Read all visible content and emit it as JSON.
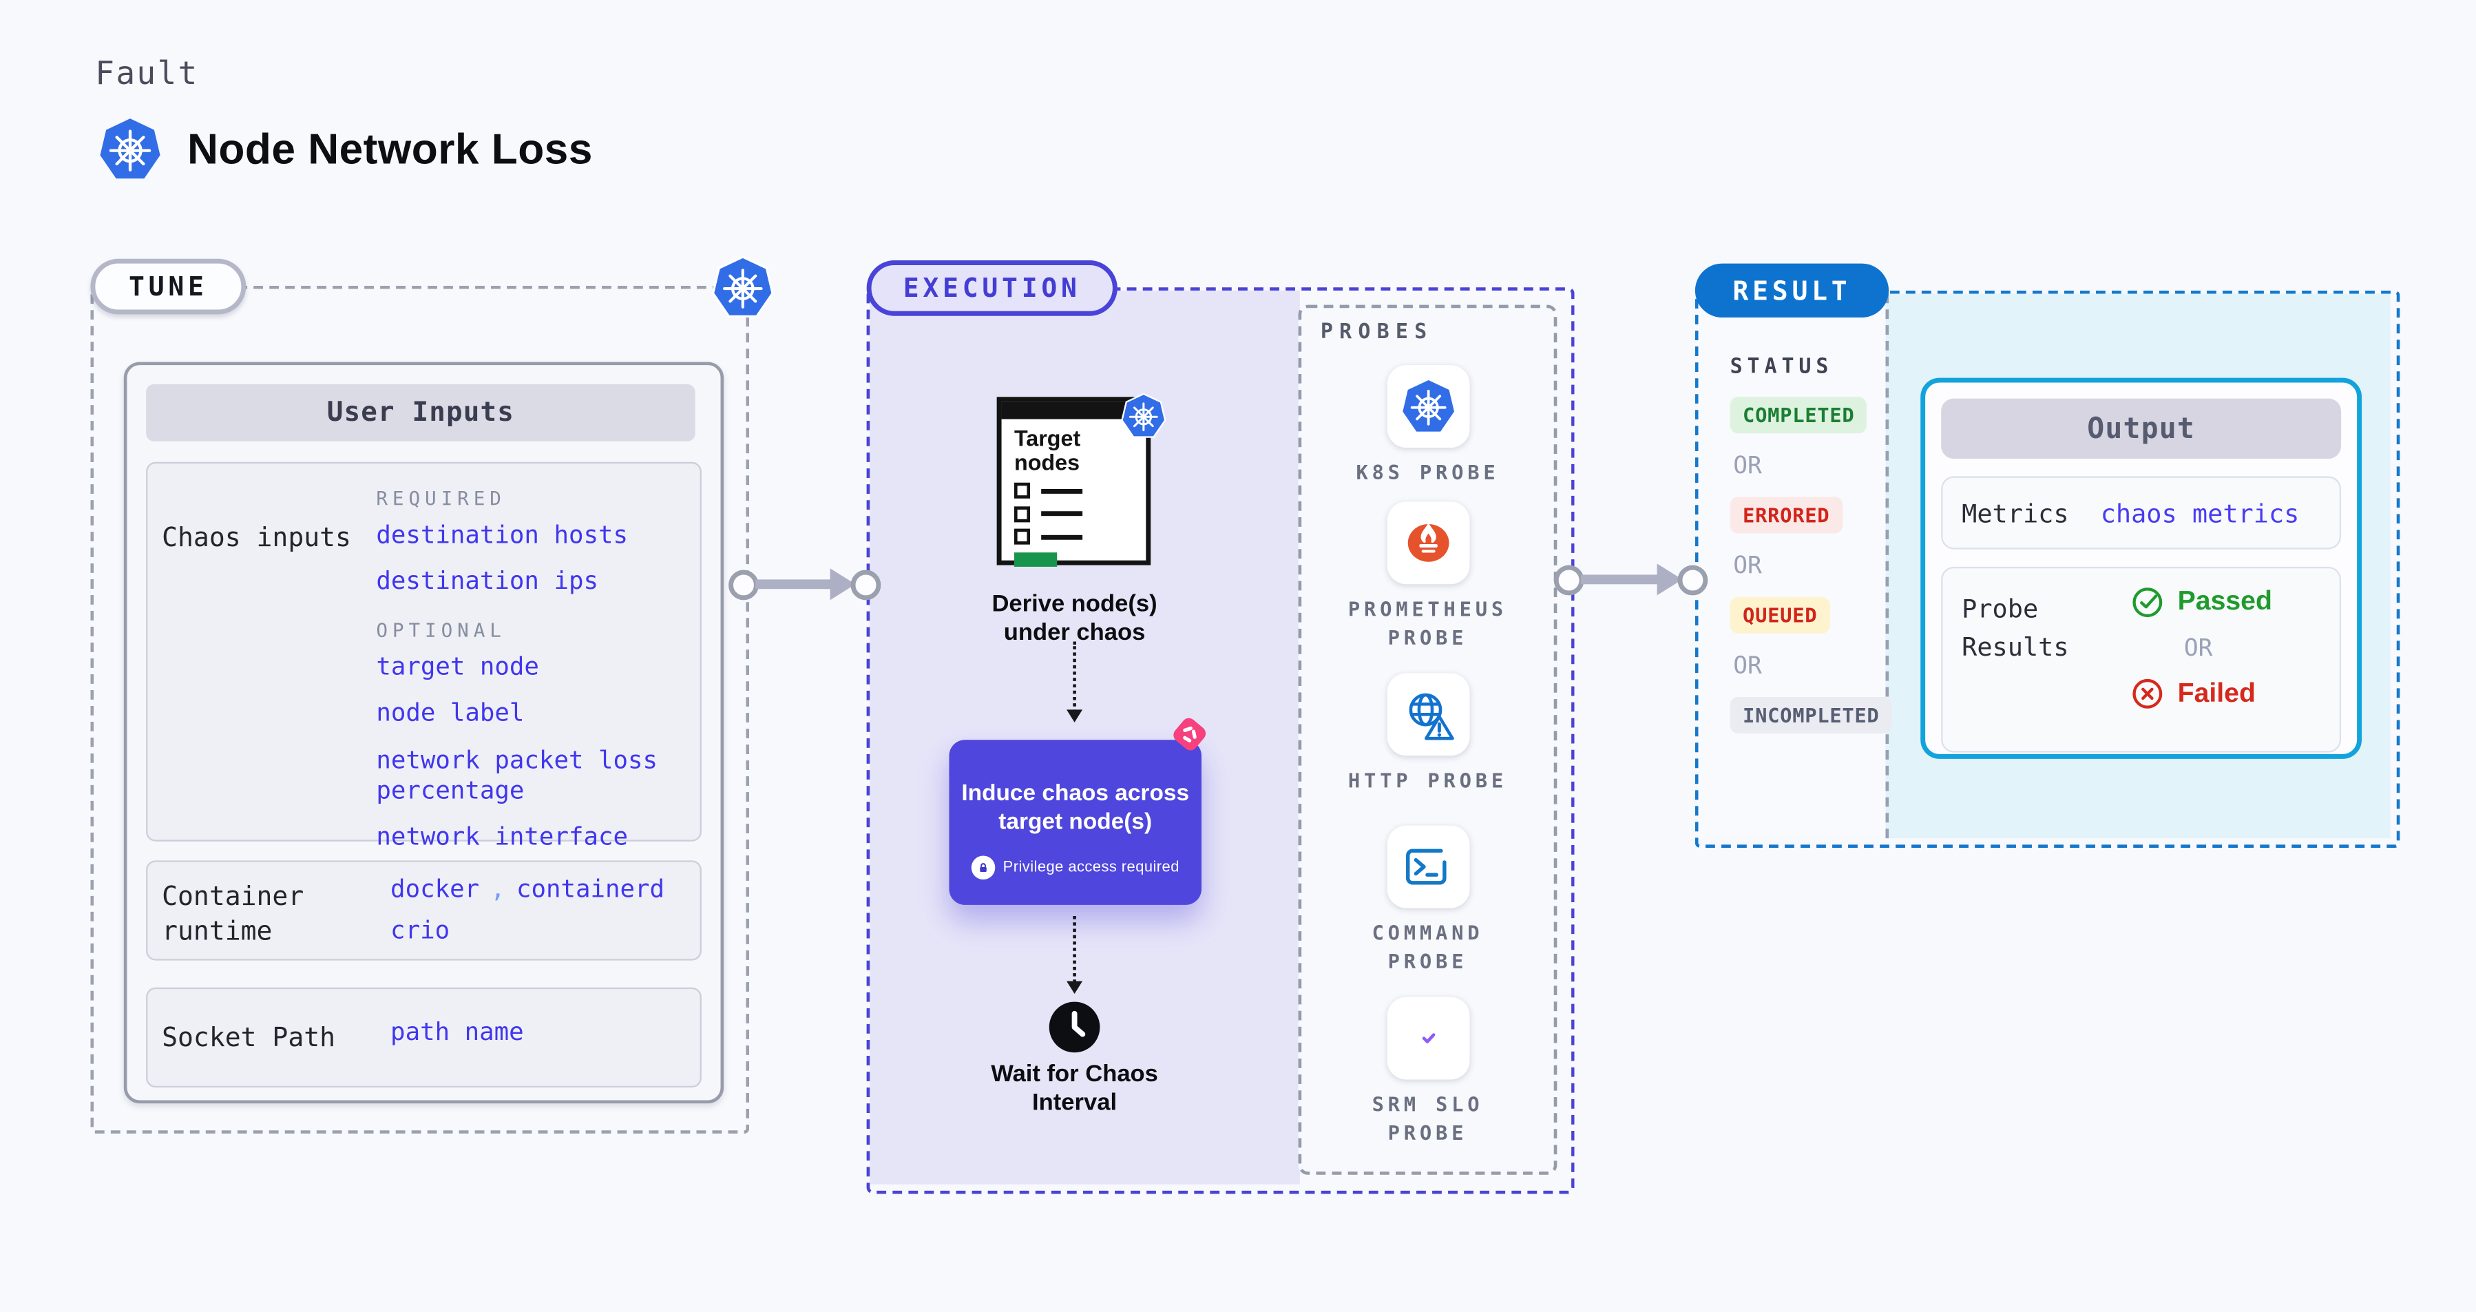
{
  "header": {
    "eyebrow": "Fault",
    "title": "Node Network Loss"
  },
  "tune": {
    "pill": "TUNE",
    "panel_title": "User Inputs",
    "chaos_label": "Chaos inputs",
    "required_heading": "REQUIRED",
    "required_links": [
      "destination hosts",
      "destination ips"
    ],
    "optional_heading": "OPTIONAL",
    "optional_links": [
      "target node",
      "node label",
      "network packet loss percentage",
      "network interface"
    ],
    "runtime_label": "Container runtime",
    "runtime_values": [
      "docker",
      "containerd",
      "crio"
    ],
    "runtime_separator": ",",
    "socket_label": "Socket Path",
    "socket_value": "path name"
  },
  "execution": {
    "pill": "EXECUTION",
    "clipboard_title": "Target nodes",
    "step_derive": "Derive node(s) under chaos",
    "step_induce": "Induce chaos across target node(s)",
    "privilege_note": "Privilege access required",
    "step_wait": "Wait for Chaos Interval"
  },
  "probes": {
    "heading": "PROBES",
    "items": [
      {
        "label": "K8S PROBE",
        "icon": "kubernetes-icon"
      },
      {
        "label": "PROMETHEUS PROBE",
        "icon": "prometheus-icon"
      },
      {
        "label": "HTTP PROBE",
        "icon": "http-globe-warning-icon"
      },
      {
        "label": "COMMAND PROBE",
        "icon": "terminal-icon"
      },
      {
        "label": "SRM SLO PROBE",
        "icon": "slo-donut-check-icon"
      }
    ]
  },
  "result": {
    "pill": "RESULT",
    "status_heading": "STATUS",
    "or": "OR",
    "statuses": [
      {
        "label": "COMPLETED",
        "fg": "#1b7e33",
        "bg": "#def3df"
      },
      {
        "label": "ERRORED",
        "fg": "#d2251a",
        "bg": "#fbe9e8"
      },
      {
        "label": "QUEUED",
        "fg": "#d2251a",
        "bg": "#fdf3cf"
      },
      {
        "label": "INCOMPLETED",
        "fg": "#575d72",
        "bg": "#ebecf2"
      }
    ],
    "output": {
      "title": "Output",
      "metrics_label": "Metrics",
      "metrics_link": "chaos metrics",
      "probe_results_label": "Probe Results",
      "passed": "Passed",
      "failed": "Failed"
    }
  },
  "colors": {
    "background": "#f8f9fd",
    "kubernetes_blue": "#316de6",
    "execution_accent": "#4a43d7",
    "execution_fill": "#e6e5f8",
    "result_accent": "#0d73cf",
    "result_fill": "#e2f3fa",
    "output_border": "#12a3dd",
    "link_indigo": "#4136ee",
    "induce_box_purple": "#4f46dd",
    "chaos_pink": "#f6417e",
    "prometheus_orange": "#e6522c",
    "probe_blue": "#1273ce",
    "slo_purple": "#7c3aed",
    "passed_green": "#1f9b2d",
    "failed_red": "#d7281c",
    "clipboard_green": "#18944c"
  }
}
